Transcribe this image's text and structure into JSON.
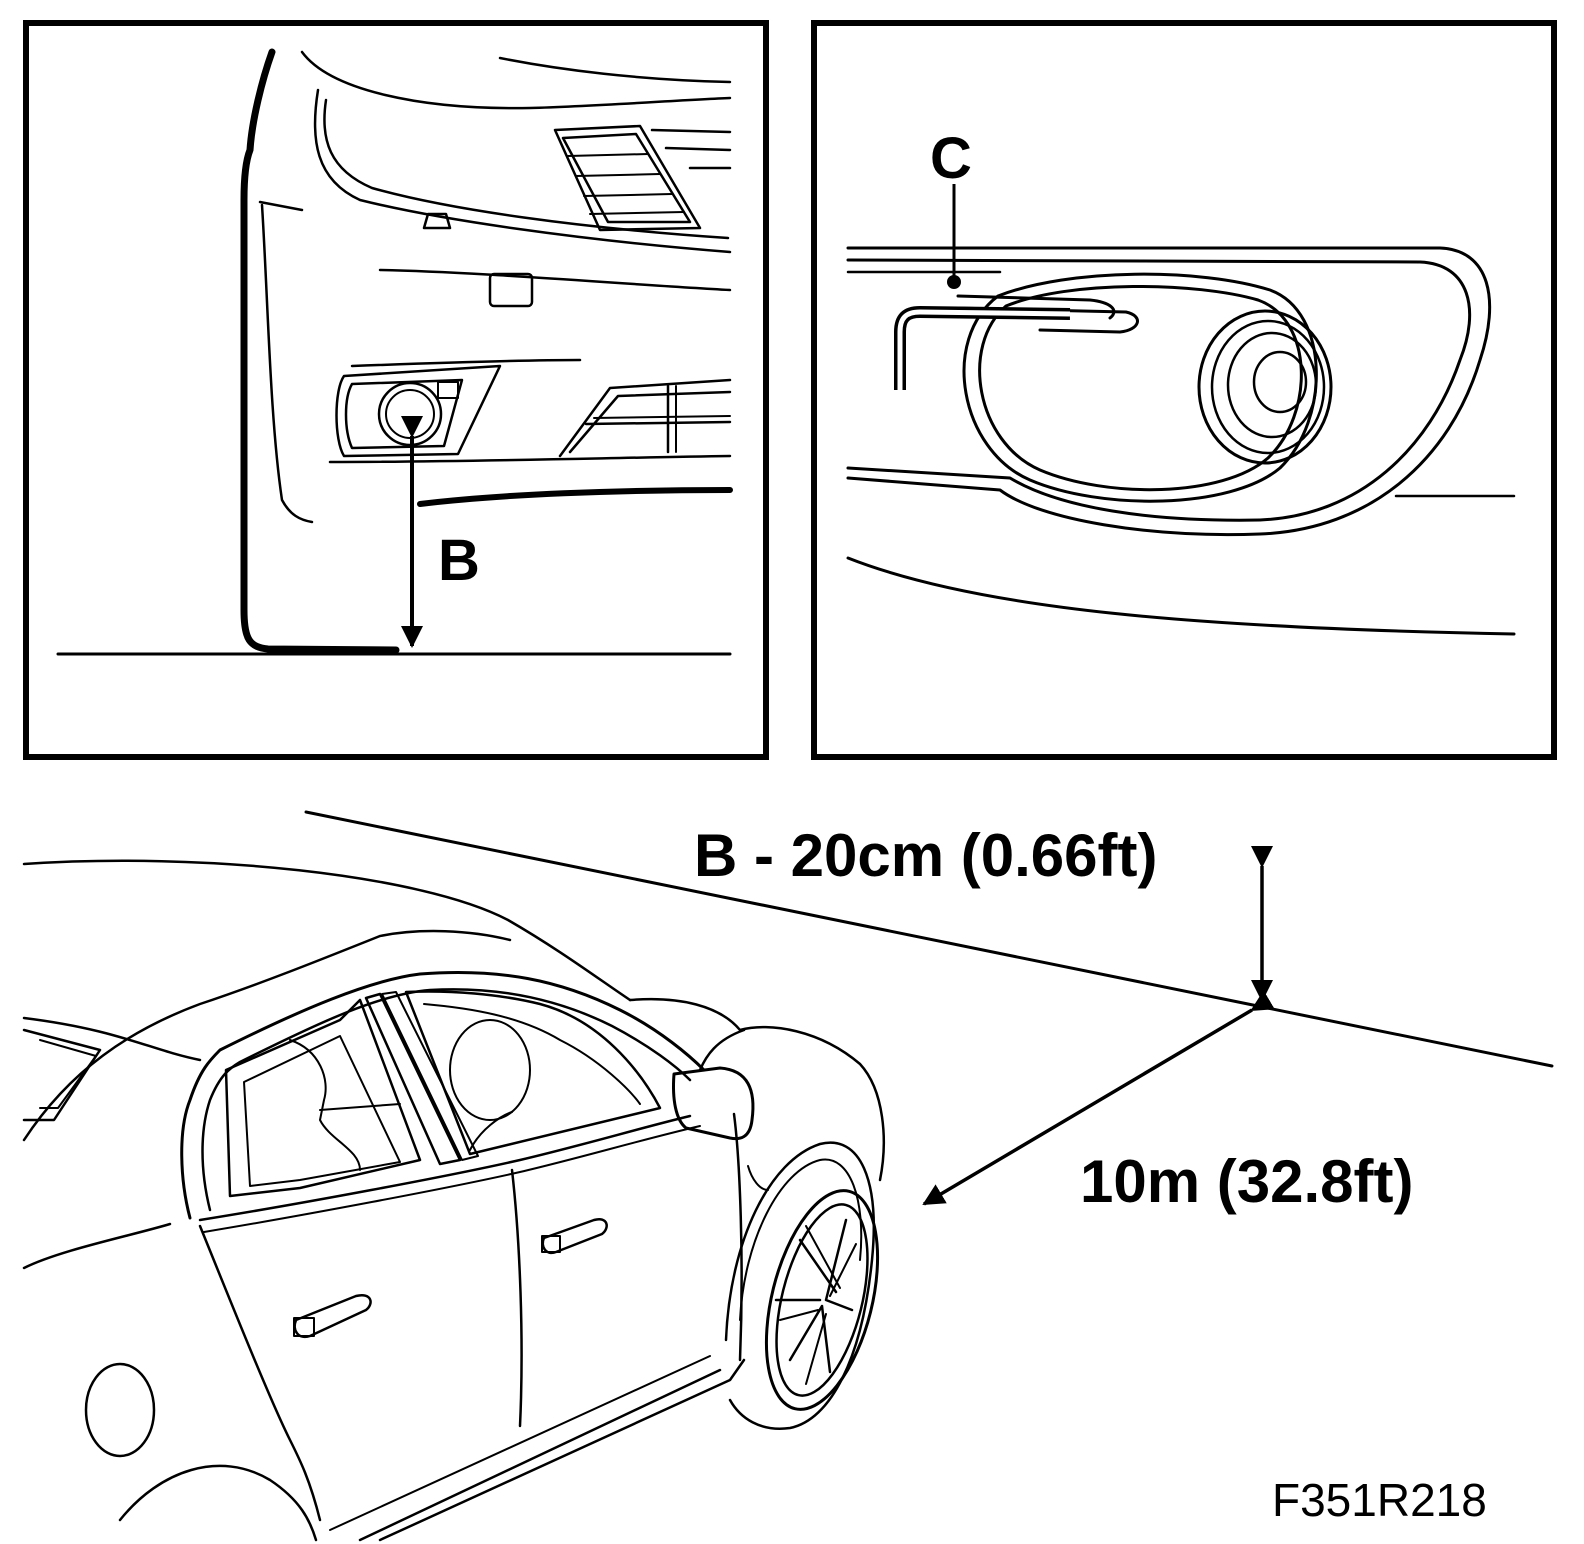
{
  "labels": {
    "height_marker": "B",
    "adjuster_marker": "C",
    "aim_height": "B - 20cm (0.66ft)",
    "distance": "10m (32.8ft)",
    "figure_id": "F351R218"
  },
  "colors": {
    "line": "#000000",
    "background": "#ffffff"
  }
}
